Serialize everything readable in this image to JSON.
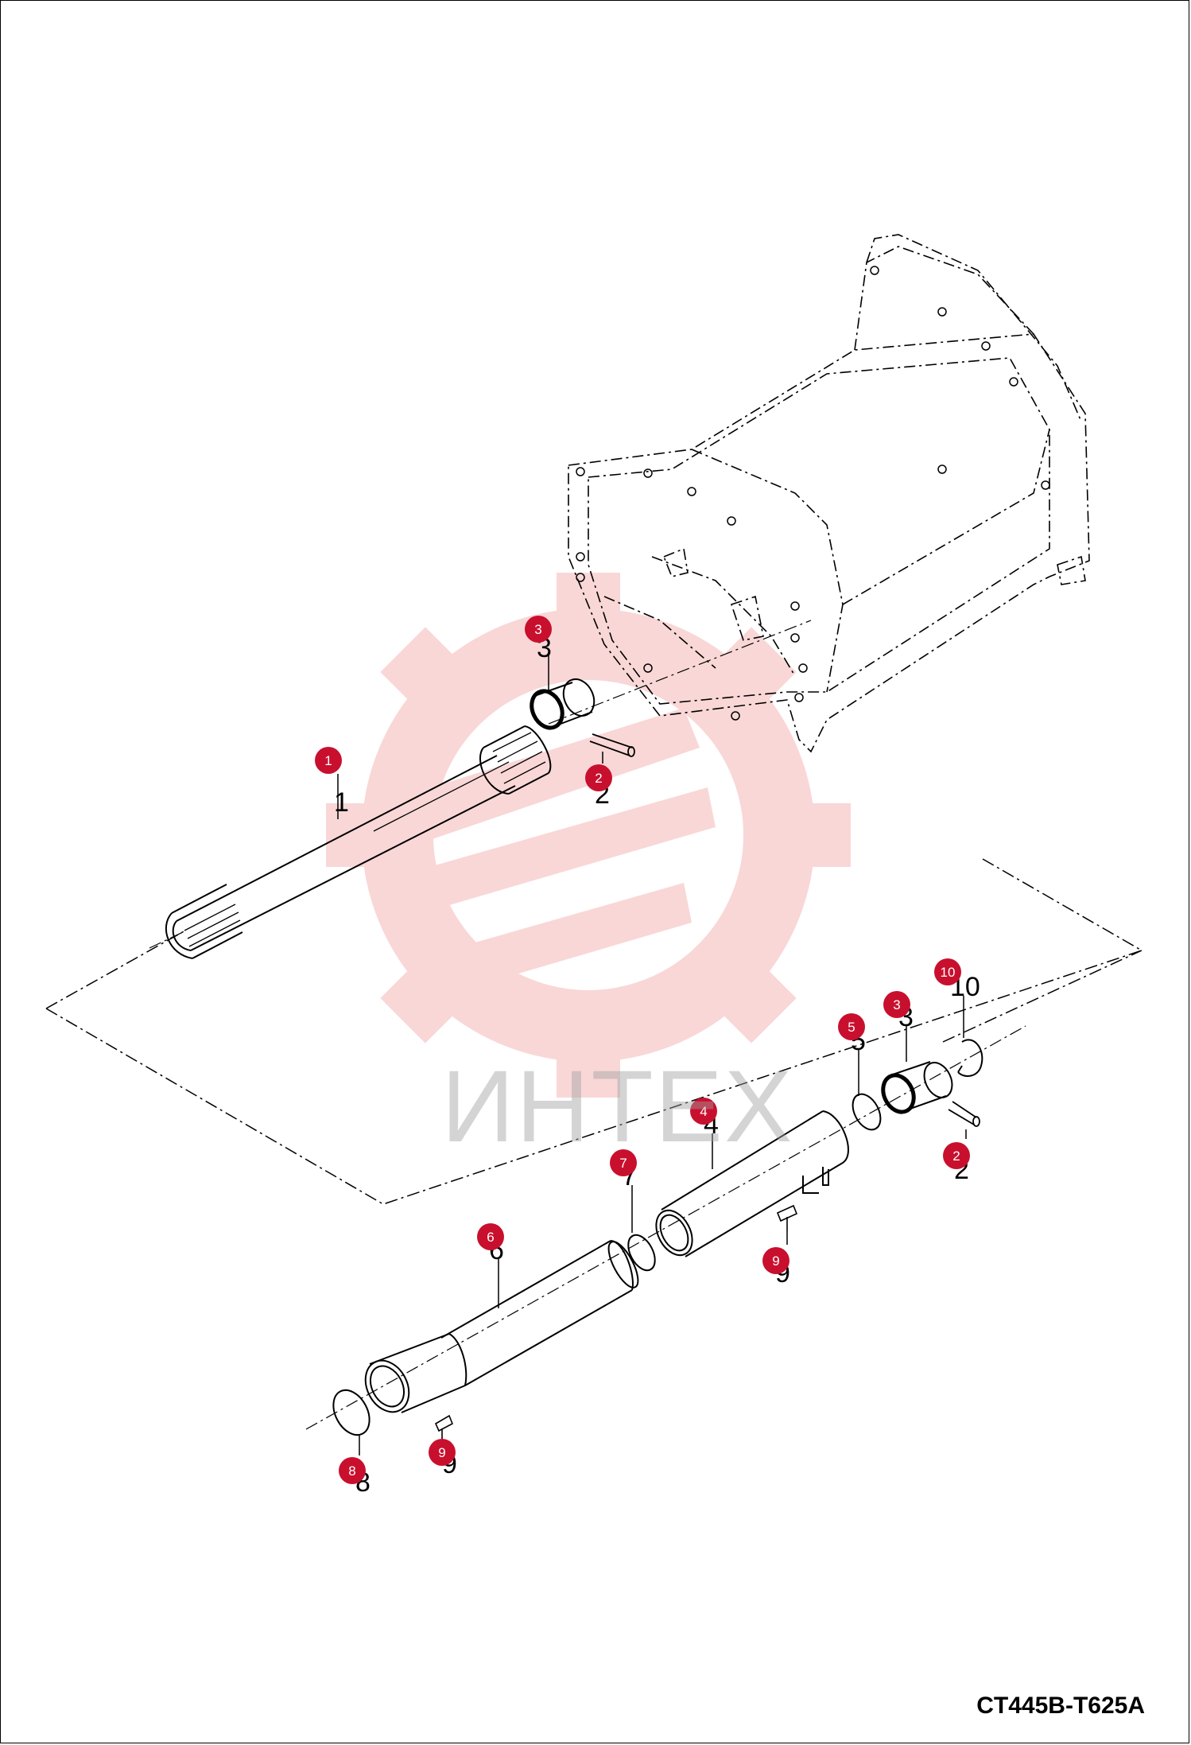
{
  "drawing_code": "CT445B-T625A",
  "watermark": {
    "text": "ИНТЕХ",
    "color": "#f3a6a6"
  },
  "callout_color": "#c8102e",
  "callouts": [
    {
      "label": "1",
      "leader_digit": "1"
    },
    {
      "label": "2",
      "leader_digit": "2"
    },
    {
      "label": "3",
      "leader_digit": "3"
    },
    {
      "label": "3",
      "leader_digit": "3"
    },
    {
      "label": "10",
      "leader_digit": "10"
    },
    {
      "label": "5",
      "leader_digit": "5"
    },
    {
      "label": "4",
      "leader_digit": "4"
    },
    {
      "label": "2",
      "leader_digit": "2"
    },
    {
      "label": "7",
      "leader_digit": "7"
    },
    {
      "label": "6",
      "leader_digit": "6"
    },
    {
      "label": "9",
      "leader_digit": "9"
    },
    {
      "label": "9",
      "leader_digit": "9"
    },
    {
      "label": "8",
      "leader_digit": "8"
    }
  ]
}
